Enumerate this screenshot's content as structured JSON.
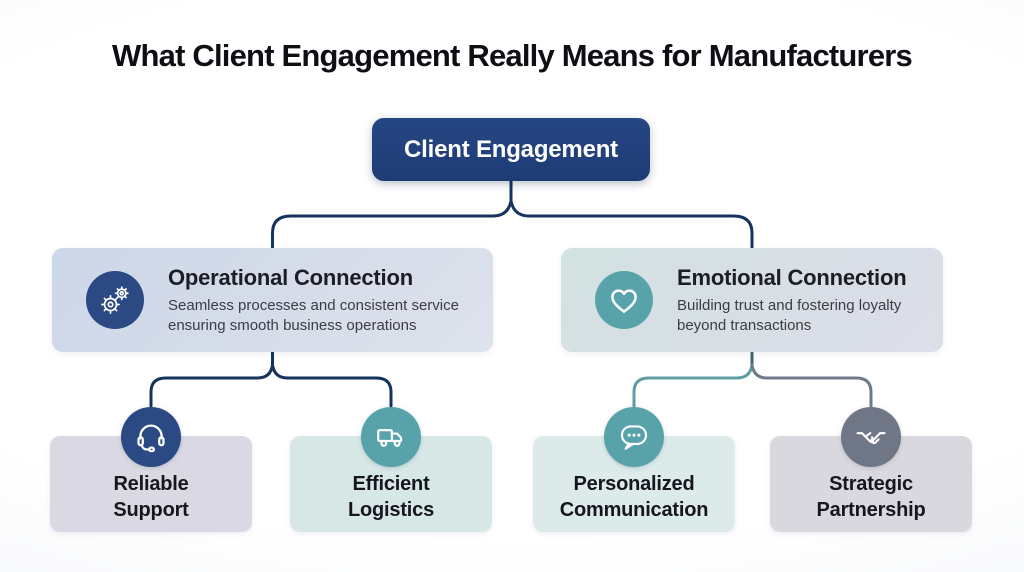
{
  "title": "What Client Engagement Really Means for Manufacturers",
  "root": {
    "label": "Client Engagement"
  },
  "branches": [
    {
      "title": "Operational Connection",
      "description": "Seamless processes and consistent service ensuring smooth business operations",
      "icon": "gears-icon",
      "children": [
        {
          "label": "Reliable Support",
          "icon": "headset-icon"
        },
        {
          "label": "Efficient Logistics",
          "icon": "truck-icon"
        }
      ]
    },
    {
      "title": "Emotional Connection",
      "description": "Building trust and fostering loyalty beyond transactions",
      "icon": "heart-icon",
      "children": [
        {
          "label": "Personalized Communication",
          "icon": "chat-bubble-icon"
        },
        {
          "label": "Strategic Partnership",
          "icon": "handshake-icon"
        }
      ]
    }
  ],
  "colors": {
    "root_box": "#1f3d78",
    "navy_circle": "#2b4982",
    "teal_circle": "#57a3a9",
    "slate_circle": "#6f7787",
    "connector_navy": "#14345e",
    "connector_teal": "#5f9da3",
    "connector_gray": "#6f7a88",
    "operational_card": "#d2dbe9",
    "emotional_card": "#d7e0e4",
    "reliable_support_card": "#dad9e3",
    "efficient_logistics_card": "#d6e7e6",
    "personalized_communication_card": "#dcebea",
    "strategic_partnership_card": "#d9d8de"
  }
}
